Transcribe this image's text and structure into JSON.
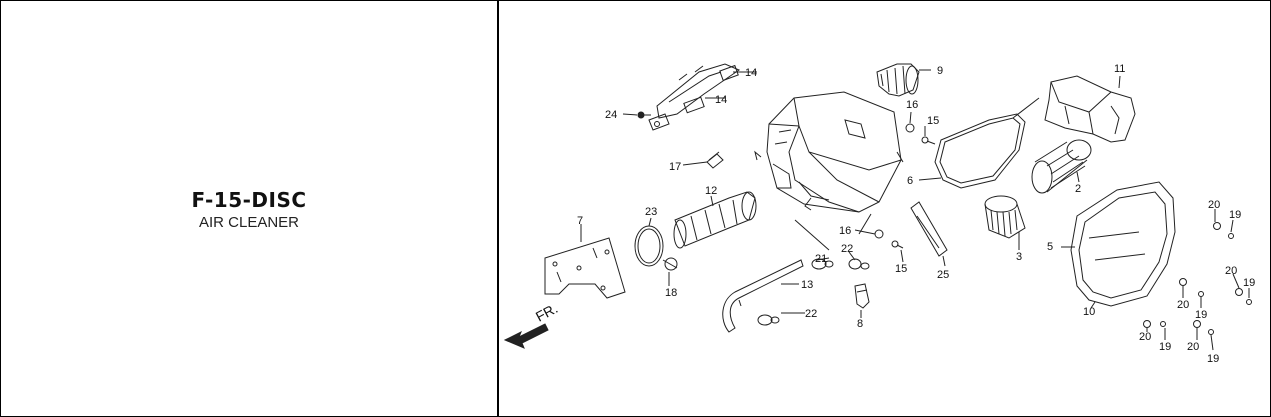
{
  "header": {
    "code": "F-15-DISC",
    "name": "AIR CLEANER"
  },
  "diagram": {
    "direction_label": "FR.",
    "callouts": {
      "c1": "14",
      "c2": "14",
      "c3": "24",
      "c4": "9",
      "c5": "16",
      "c6": "15",
      "c7": "11",
      "c8": "17",
      "c9": "6",
      "c10": "2",
      "c11": "12",
      "c12": "23",
      "c13": "7",
      "c14": "16",
      "c15": "22",
      "c16": "21",
      "c17": "15",
      "c18": "25",
      "c19": "3",
      "c20": "20",
      "c21": "19",
      "c22": "5",
      "c23": "13",
      "c24": "18",
      "c25": "22",
      "c26": "8",
      "c27": "20",
      "c28": "20",
      "c29": "19",
      "c30": "19",
      "c31": "10",
      "c32": "20",
      "c33": "19",
      "c34": "20",
      "c35": "19"
    }
  }
}
